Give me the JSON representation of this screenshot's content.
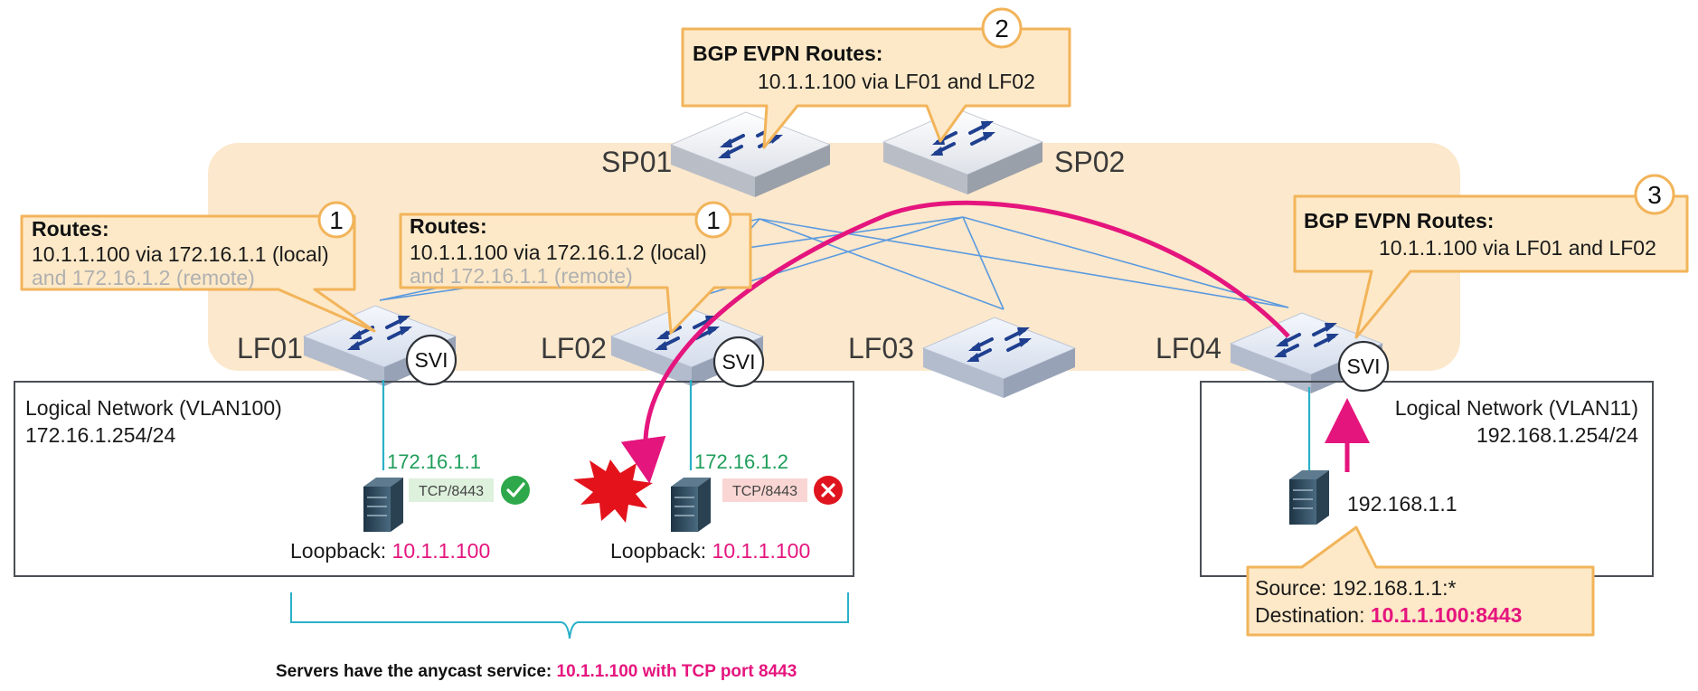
{
  "spines": [
    {
      "label": "SP01"
    },
    {
      "label": "SP02"
    }
  ],
  "leaves": [
    {
      "label": "LF01",
      "svi": "SVI"
    },
    {
      "label": "LF02",
      "svi": "SVI"
    },
    {
      "label": "LF03"
    },
    {
      "label": "LF04",
      "svi": "SVI"
    }
  ],
  "callouts": {
    "lf01": {
      "number": "1",
      "title": "Routes:",
      "line1": "10.1.1.100 via 172.16.1.1 (local)",
      "line2": "and 172.16.1.2 (remote)"
    },
    "lf02": {
      "number": "1",
      "title": "Routes:",
      "line1": "10.1.1.100 via 172.16.1.2 (local)",
      "line2": "and 172.16.1.1 (remote)"
    },
    "spine": {
      "number": "2",
      "title": "BGP EVPN Routes:",
      "line1": "10.1.1.100 via LF01 and LF02"
    },
    "lf04": {
      "number": "3",
      "title": "BGP EVPN Routes:",
      "line1": "10.1.1.100 via LF01 and LF02"
    },
    "flow": {
      "source_label": "Source:",
      "source_value": "192.168.1.1:*",
      "dest_label": "Destination:",
      "dest_value": "10.1.1.100:8443"
    }
  },
  "networks": {
    "left": {
      "name": "Logical Network (VLAN100)",
      "subnet": "172.16.1.254/24"
    },
    "right": {
      "name": "Logical Network (VLAN11)",
      "subnet": "192.168.1.254/24"
    }
  },
  "servers": [
    {
      "ip": "172.16.1.1",
      "service": "TCP/8443",
      "status": "ok",
      "loopback_label": "Loopback:",
      "loopback_ip": "10.1.1.100"
    },
    {
      "ip": "172.16.1.2",
      "service": "TCP/8443",
      "status": "fail",
      "loopback_label": "Loopback:",
      "loopback_ip": "10.1.1.100"
    }
  ],
  "client": {
    "ip": "192.168.1.1"
  },
  "footer": {
    "text": "Servers have the anycast service: ",
    "highlight": "10.1.1.100 with TCP port 8443"
  },
  "colors": {
    "fabric": "#fce8cc",
    "callout_fill": "#fde9c8",
    "callout_border": "#f2b45a",
    "link": "#5a9ae0",
    "traffic": "#e5157e",
    "ok": "#2ea84a",
    "fail": "#e0141e",
    "host_link": "#2ab0c8",
    "green_text": "#1f9e5a"
  }
}
